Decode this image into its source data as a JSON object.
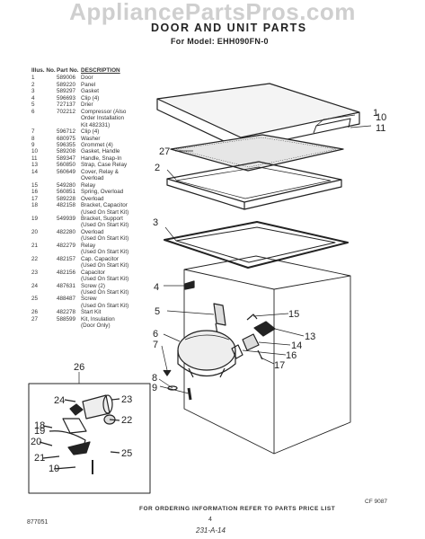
{
  "watermark": "AppliancePartsPros.com",
  "title": "DOOR AND UNIT PARTS",
  "model": "For Model: EHH090FN-0",
  "table": {
    "headers": {
      "illus": "Illus. No.",
      "part": "Part No.",
      "desc": "DESCRIPTION"
    },
    "rows": [
      [
        "1",
        "589006",
        "Door"
      ],
      [
        "2",
        "589220",
        "Panel"
      ],
      [
        "3",
        "589297",
        "Gasket"
      ],
      [
        "4",
        "596693",
        "Clip (4)"
      ],
      [
        "5",
        "727137",
        "Drier"
      ],
      [
        "6",
        "702212",
        "Compressor (Also"
      ],
      [
        "",
        "",
        "Order Installation"
      ],
      [
        "",
        "",
        "Kit 482331)"
      ],
      [
        "7",
        "596712",
        "Clip (4)"
      ],
      [
        "8",
        "680975",
        "Washer"
      ],
      [
        "9",
        "596355",
        "Grommet (4)"
      ],
      [
        "10",
        "589208",
        "Gasket, Handle"
      ],
      [
        "11",
        "589347",
        "Handle, Snap-In"
      ],
      [
        "13",
        "560850",
        "Strap, Case Relay"
      ],
      [
        "14",
        "560649",
        "Cover, Relay &"
      ],
      [
        "",
        "",
        "Overload"
      ],
      [
        "15",
        "549280",
        "Relay"
      ],
      [
        "16",
        "560851",
        "Spring, Overload"
      ],
      [
        "17",
        "589228",
        "Overload"
      ],
      [
        "18",
        "482158",
        "Bracket, Capacitor"
      ],
      [
        "",
        "",
        "(Used On Start Kit)"
      ],
      [
        "19",
        "549939",
        "Bracket, Support"
      ],
      [
        "",
        "",
        "(Used On Start Kit)"
      ],
      [
        "20",
        "482280",
        "Overload"
      ],
      [
        "",
        "",
        "(Used On Start Kit)"
      ],
      [
        "21",
        "482279",
        "Relay"
      ],
      [
        "",
        "",
        "(Used On Start Kit)"
      ],
      [
        "22",
        "482157",
        "Cap. Capacitor"
      ],
      [
        "",
        "",
        "(Used On Start Kit)"
      ],
      [
        "23",
        "482156",
        "Capacitor"
      ],
      [
        "",
        "",
        "(Used On Start Kit)"
      ],
      [
        "24",
        "487631",
        "Screw (2)"
      ],
      [
        "",
        "",
        "(Used On Start Kit)"
      ],
      [
        "25",
        "488487",
        "Screw"
      ],
      [
        "",
        "",
        "(Used On Start Kit)"
      ],
      [
        "26",
        "482278",
        "Start Kit"
      ],
      [
        "27",
        "588599",
        "Kit, Insulation"
      ],
      [
        "",
        "",
        "(Door Only)"
      ]
    ]
  },
  "callouts": [
    "1",
    "10",
    "11",
    "27",
    "2",
    "3",
    "4",
    "5",
    "6",
    "7",
    "8",
    "9",
    "13",
    "14",
    "15",
    "16",
    "17",
    "26",
    "18",
    "23",
    "24",
    "22",
    "19",
    "20",
    "21",
    "25"
  ],
  "footer": {
    "order_info": "FOR ORDERING INFORMATION REFER TO PARTS PRICE LIST",
    "code": "CF 9087",
    "doc_no": "877051",
    "page": "4",
    "handwritten": "231-A-14"
  }
}
